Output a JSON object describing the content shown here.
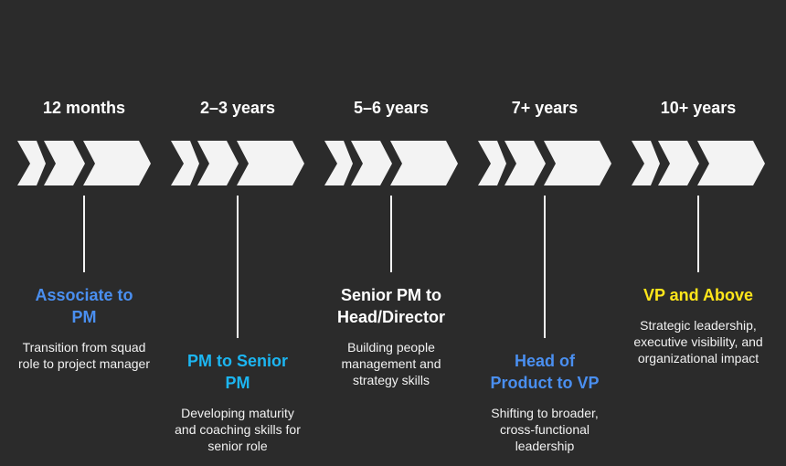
{
  "colors": {
    "background": "#2b2b2b",
    "chevron": "#f3f3f3",
    "line": "#f3f3f3"
  },
  "stages": [
    {
      "duration": "12 months",
      "title": "Associate to PM",
      "description": "Transition from squad role to project manager",
      "color": "#4a8ff0",
      "position": "upper"
    },
    {
      "duration": "2–3 years",
      "title": "PM to Senior PM",
      "description": "Developing maturity and coaching skills for senior role",
      "color": "#1cb6f2",
      "position": "lower"
    },
    {
      "duration": "5–6 years",
      "title": "Senior PM to Head/Director",
      "description": "Building people management and strategy skills",
      "color": "#ffffff",
      "position": "upper"
    },
    {
      "duration": "7+ years",
      "title": "Head of Product to VP",
      "description": "Shifting to broader, cross-functional leadership",
      "color": "#4a8ff0",
      "position": "lower"
    },
    {
      "duration": "10+ years",
      "title": "VP and Above",
      "description": "Strategic leadership, executive visibility, and organizational impact",
      "color": "#ffe61a",
      "position": "upper"
    }
  ]
}
